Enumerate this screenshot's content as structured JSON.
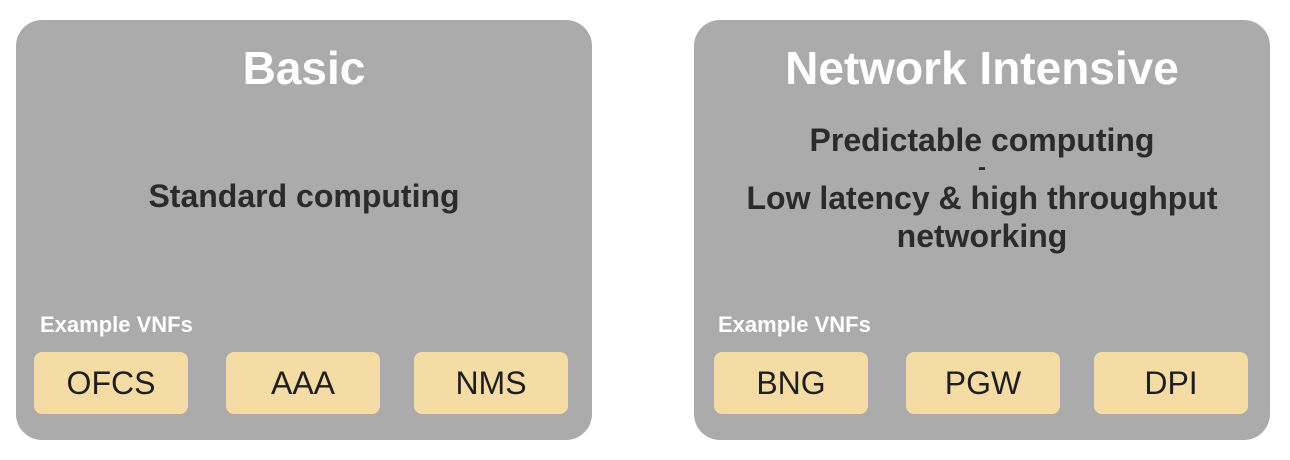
{
  "panels": [
    {
      "title": "Basic",
      "description": "Standard computing",
      "examples_label": "Example VNFs",
      "vnfs": [
        "OFCS",
        "AAA",
        "NMS"
      ]
    },
    {
      "title": "Network Intensive",
      "description_lines": [
        "Predictable computing",
        "-",
        "Low latency & high throughput",
        "networking"
      ],
      "examples_label": "Example VNFs",
      "vnfs": [
        "BNG",
        "PGW",
        "DPI"
      ]
    }
  ],
  "colors": {
    "panel_background": "#ababab",
    "title_text": "#ffffff",
    "description_text": "#2b2b2b",
    "vnf_box": "#f5dca5"
  }
}
